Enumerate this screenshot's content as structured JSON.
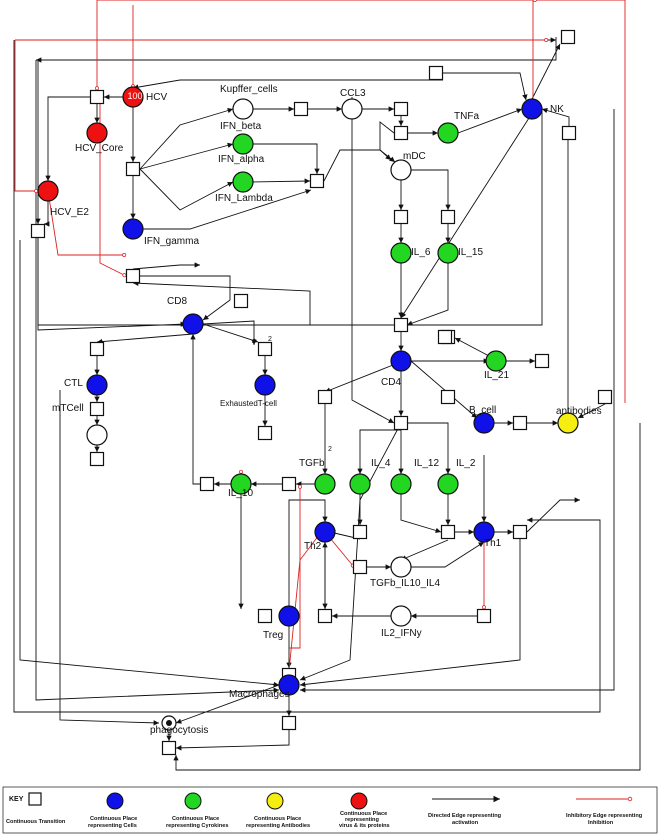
{
  "colors": {
    "cell": "#1010e8",
    "cytokine": "#22d622",
    "antibody": "#f6ee10",
    "virus": "#ee1111",
    "plain": "#ffffff",
    "arc": "#111111",
    "inhibit": "#dd2222"
  },
  "places": {
    "hcv": {
      "label": "HCV",
      "tokens": "100",
      "kind": "virus"
    },
    "hcv_core": {
      "label": "HCV_Core",
      "kind": "virus"
    },
    "hcv_e2": {
      "label": "HCV_E2",
      "kind": "virus"
    },
    "kupffer_cells": {
      "label": "Kupffer_cells",
      "kind": "plain"
    },
    "ifn_beta": {
      "label": "IFN_beta",
      "kind": "plain"
    },
    "ccl3": {
      "label": "CCL3",
      "kind": "plain"
    },
    "ifn_alpha": {
      "label": "IFN_alpha",
      "kind": "cytokine"
    },
    "ifn_lambda": {
      "label": "IFN_Lambda",
      "kind": "cytokine"
    },
    "ifn_gamma": {
      "label": "IFN_gamma",
      "kind": "cell"
    },
    "tnfa": {
      "label": "TNFa",
      "kind": "cytokine"
    },
    "nk": {
      "label": "NK",
      "kind": "cell"
    },
    "mdc": {
      "label": "mDC",
      "kind": "plain"
    },
    "il_6": {
      "label": "IL_6",
      "kind": "cytokine"
    },
    "il_15": {
      "label": "IL_15",
      "kind": "cytokine"
    },
    "cd8": {
      "label": "CD8",
      "kind": "cell"
    },
    "cd4": {
      "label": "CD4",
      "kind": "cell"
    },
    "ctl": {
      "label": "CTL",
      "kind": "cell"
    },
    "mtcell": {
      "label": "mTCell",
      "kind": "plain"
    },
    "exhausted_t_cell": {
      "label": "ExhaustedT-cell",
      "kind": "cell"
    },
    "il_21": {
      "label": "IL_21",
      "kind": "cytokine"
    },
    "b_cell": {
      "label": "B_cell",
      "kind": "cell"
    },
    "antibodies": {
      "label": "antibodies",
      "kind": "antibody"
    },
    "tgfb": {
      "label": "TGFb",
      "kind": "cytokine"
    },
    "il_4": {
      "label": "IL_4",
      "kind": "cytokine"
    },
    "il_12": {
      "label": "IL_12",
      "kind": "cytokine"
    },
    "il_2": {
      "label": "IL_2",
      "kind": "cytokine"
    },
    "il_10": {
      "label": "IL_10",
      "kind": "cytokine"
    },
    "th2": {
      "label": "Th2",
      "kind": "cell"
    },
    "th1": {
      "label": "Th1",
      "kind": "cell"
    },
    "tgfb_il10_il4": {
      "label": "TGFb_IL10_IL4",
      "kind": "plain"
    },
    "treg": {
      "label": "Treg",
      "kind": "cell"
    },
    "il2_ifny": {
      "label": "IL2_IFNy",
      "kind": "plain"
    },
    "macrophages": {
      "label": "Macrophages",
      "kind": "cell"
    },
    "phagocytosis": {
      "label": "phagocytosis",
      "kind": "plain"
    }
  },
  "arc_weights": {
    "w1": "2",
    "w2": "2"
  },
  "key": {
    "title": "KEY",
    "transition": "Continuous Transition",
    "cells": [
      "Continuous Place",
      "representing Cells"
    ],
    "cytokines": [
      "Continuous Place",
      "representing Cyrokines"
    ],
    "antibodies": [
      "Continuous Place",
      "representing Antibodies"
    ],
    "virus": [
      "Continuous Place",
      "representing",
      "virus & its proteins"
    ],
    "activation": [
      "Directed Edge representing",
      "activation"
    ],
    "inhibition": [
      "Inhibitory Edge representing",
      "Inhibition"
    ]
  }
}
